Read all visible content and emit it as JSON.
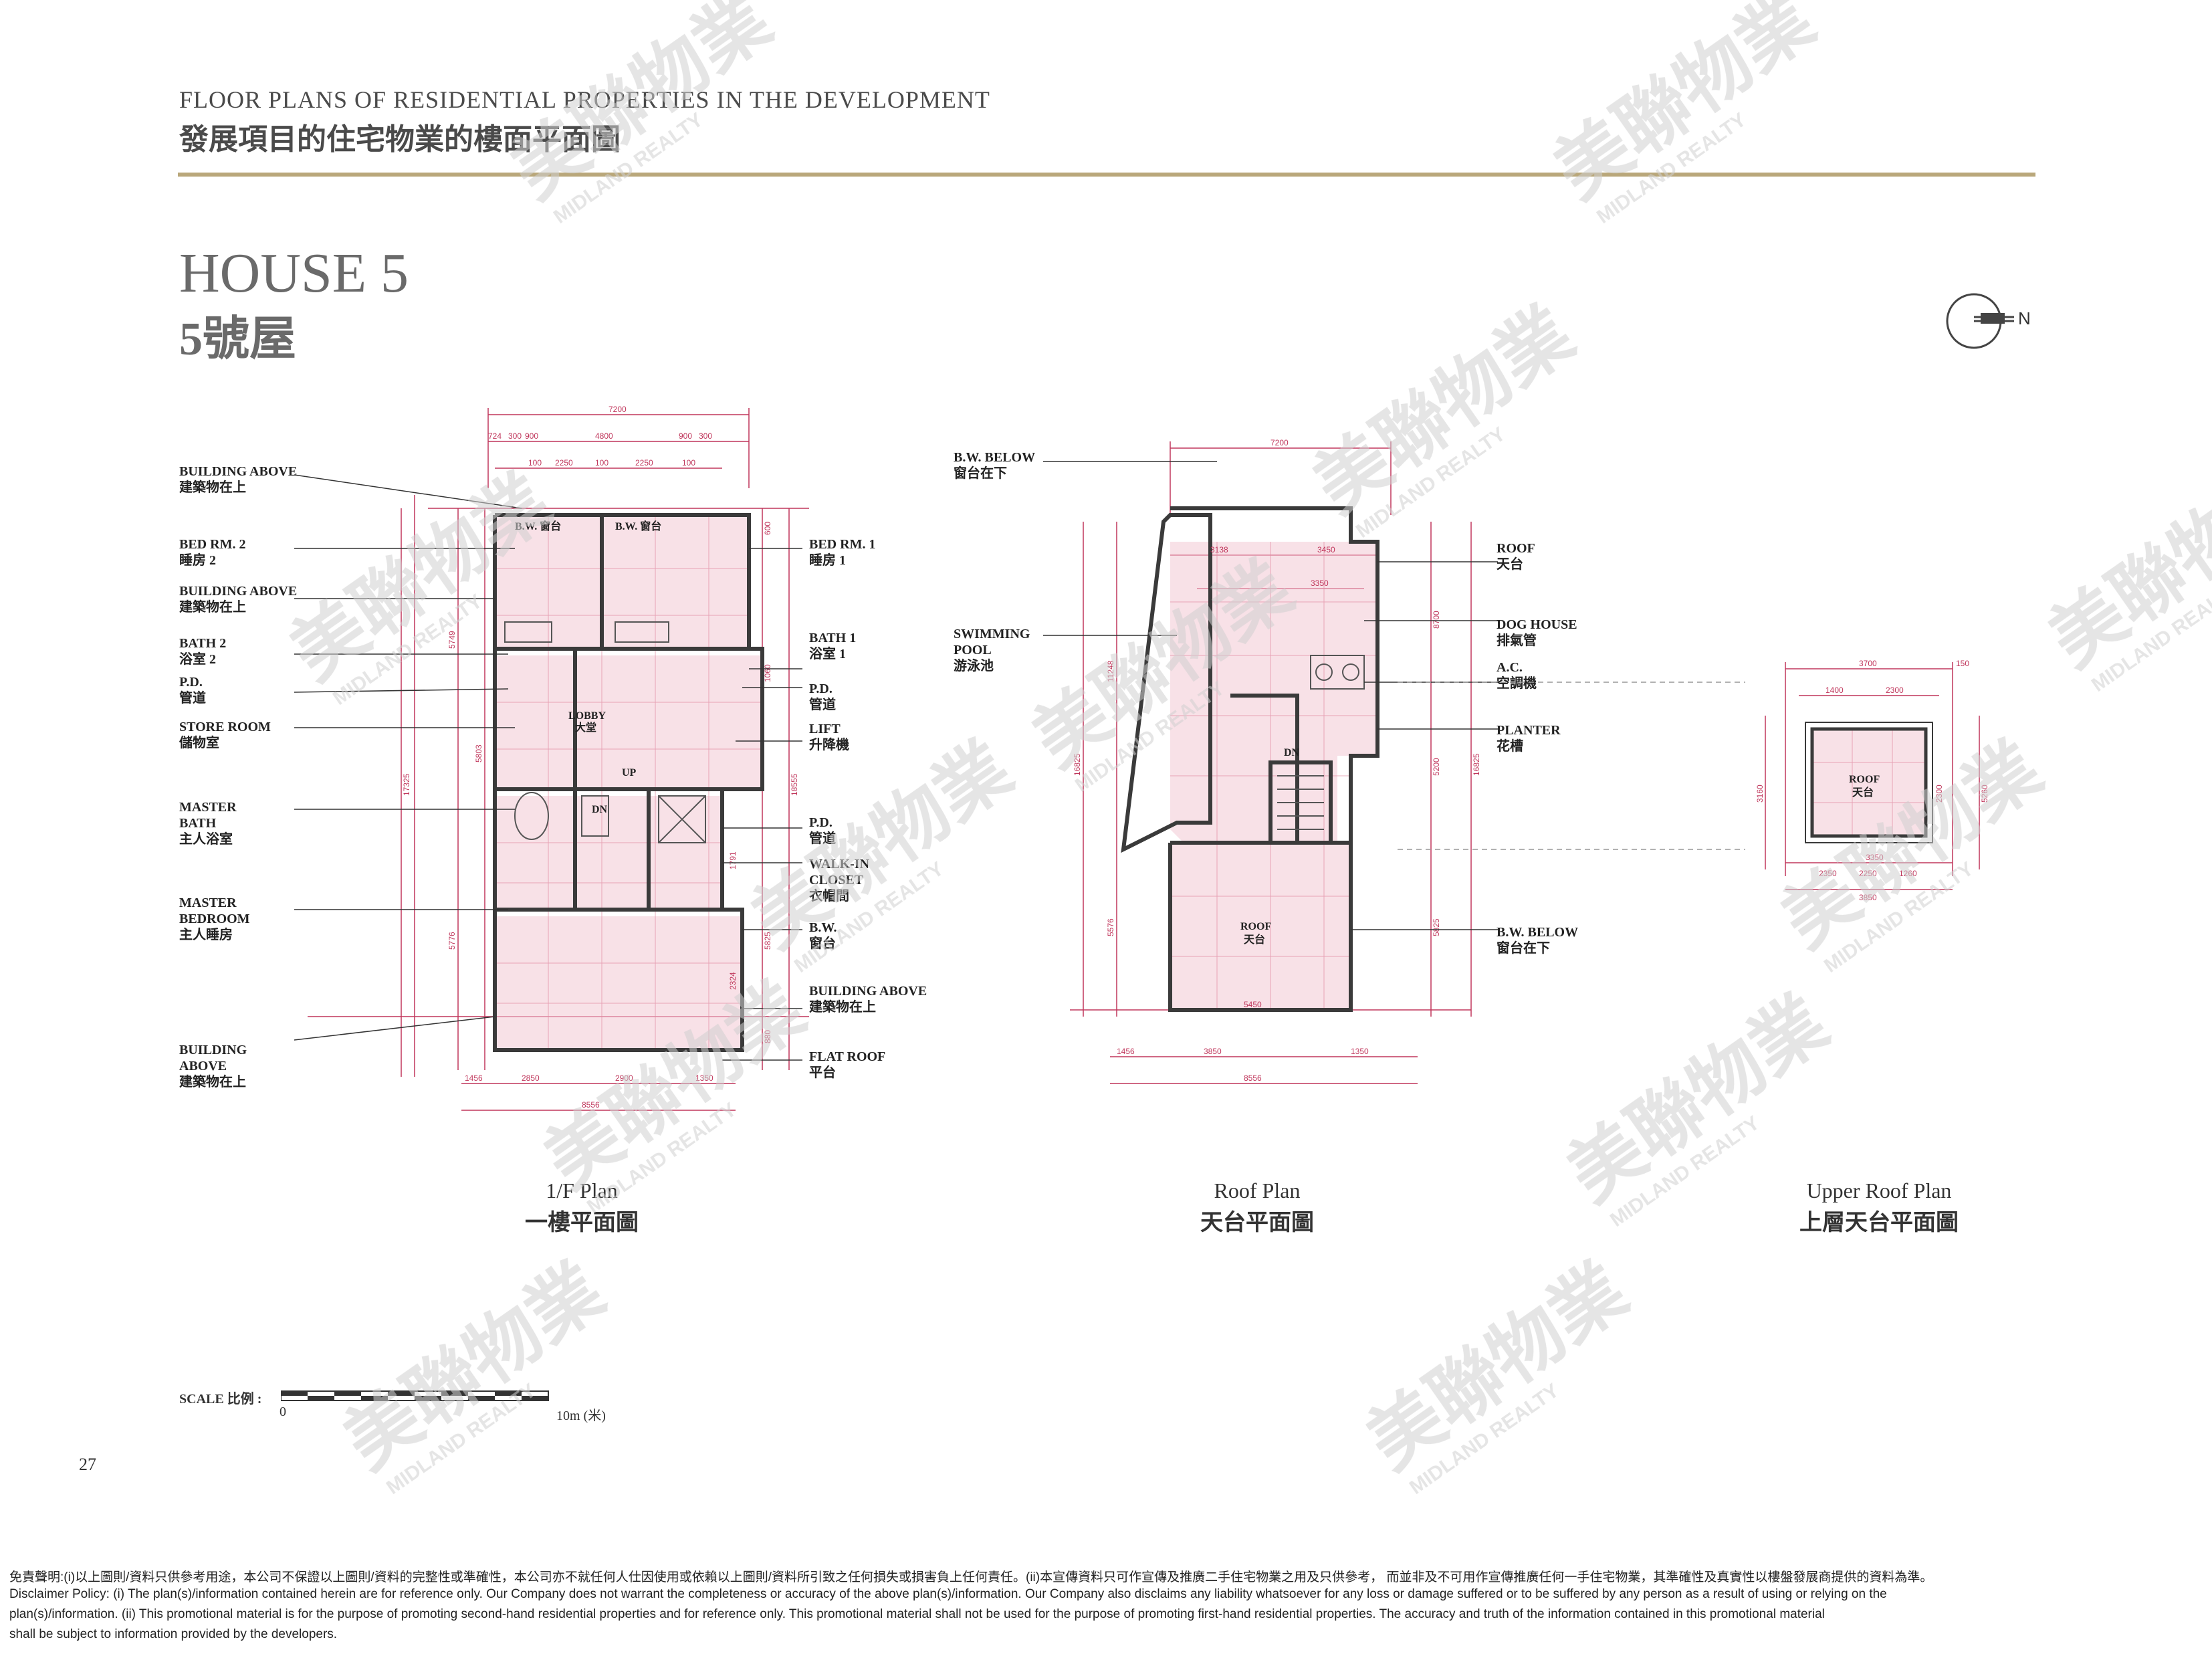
{
  "header": {
    "title_en": "FLOOR PLANS OF RESIDENTIAL PROPERTIES IN THE DEVELOPMENT",
    "title_zh": "發展項目的住宅物業的樓面平面圖"
  },
  "house": {
    "title_en": "HOUSE 5",
    "title_zh": "5號屋"
  },
  "north_label": "N",
  "plan_1f": {
    "caption_en": "1/F Plan",
    "caption_zh": "一樓平面圖",
    "labels_left": [
      {
        "en": "BUILDING ABOVE",
        "zh": "建築物在上"
      },
      {
        "en": "BED RM. 2",
        "zh": "睡房 2"
      },
      {
        "en": "BUILDING ABOVE",
        "zh": "建築物在上"
      },
      {
        "en": "BATH 2",
        "zh": "浴室 2"
      },
      {
        "en": "P.D.",
        "zh": "管道"
      },
      {
        "en": "STORE ROOM",
        "zh": "儲物室"
      },
      {
        "en": "MASTER\nBATH",
        "zh": "主人浴室"
      },
      {
        "en": "MASTER\nBEDROOM",
        "zh": "主人睡房"
      },
      {
        "en": "BUILDING\nABOVE",
        "zh": "建築物在上"
      }
    ],
    "labels_right": [
      {
        "en": "BED RM. 1",
        "zh": "睡房 1"
      },
      {
        "en": "BATH 1",
        "zh": "浴室 1"
      },
      {
        "en": "P.D.",
        "zh": "管道"
      },
      {
        "en": "LIFT",
        "zh": "升降機"
      },
      {
        "en": "P.D.",
        "zh": "管道"
      },
      {
        "en": "WALK-IN\nCLOSET",
        "zh": "衣帽間"
      },
      {
        "en": "B.W.",
        "zh": "窗台"
      },
      {
        "en": "BUILDING ABOVE",
        "zh": "建築物在上"
      },
      {
        "en": "FLAT ROOF",
        "zh": "平台"
      }
    ],
    "room_tags": [
      "B.W. 窗台",
      "B.W. 窗台",
      "LOBBY",
      "大堂",
      "DN",
      "UP"
    ],
    "dims_top": [
      "7200",
      "724",
      "300",
      "900",
      "4800",
      "900",
      "300",
      "100",
      "2250",
      "100",
      "2250",
      "100"
    ],
    "dims_bottom": [
      "1456",
      "2850",
      "2900",
      "1350",
      "8556"
    ],
    "dims_left": [
      "17325",
      "5749",
      "5803",
      "5776"
    ],
    "dims_right": [
      "18555",
      "5825",
      "600",
      "1060",
      "1791",
      "2324",
      "880"
    ]
  },
  "plan_roof": {
    "caption_en": "Roof Plan",
    "caption_zh": "天台平面圖",
    "labels_left": [
      {
        "en": "B.W. BELOW",
        "zh": "窗台在下"
      },
      {
        "en": "SWIMMING\nPOOL",
        "zh": "游泳池"
      }
    ],
    "labels_right": [
      {
        "en": "ROOF",
        "zh": "天台"
      },
      {
        "en": "DOG HOUSE",
        "zh": "排氣管"
      },
      {
        "en": "A.C.",
        "zh": "空調機"
      },
      {
        "en": "PLANTER",
        "zh": "花槽"
      },
      {
        "en": "B.W. BELOW",
        "zh": "窗台在下"
      }
    ],
    "room_tags": [
      "ROOF",
      "天台",
      "DN"
    ],
    "dims_top": [
      "7200",
      "3138",
      "3450",
      "3350"
    ],
    "dims_bottom": [
      "1456",
      "3850",
      "5450",
      "1350",
      "8556"
    ],
    "dims_left": [
      "16825",
      "11248",
      "5576"
    ],
    "dims_right": [
      "16825",
      "8700",
      "5200",
      "5825"
    ]
  },
  "plan_upper": {
    "caption_en": "Upper Roof Plan",
    "caption_zh": "上層天台平面圖",
    "room_tags": [
      "ROOF",
      "天台"
    ],
    "dims_top": [
      "3700",
      "150",
      "1400",
      "2300"
    ],
    "dims_bottom": [
      "3350",
      "2350",
      "2250",
      "1260",
      "3850"
    ],
    "dims_side": [
      "3160",
      "5260",
      "2300"
    ]
  },
  "scale": {
    "label": "SCALE 比例 :",
    "zero": "0",
    "max": "10m (米)"
  },
  "page_number": "27",
  "disclaimer": {
    "line1": "免責聲明:(i)以上圖則/資料只供參考用途，本公司不保證以上圖則/資料的完整性或準確性，本公司亦不就任何人仕因使用或依賴以上圖則/資料所引致之任何損失或損害負上任何責任。(ii)本宣傳資料只可作宣傳及推廣二手住宅物業之用及只供參考， 而並非及不可用作宣傳推廣任何一手住宅物業，其準確性及真實性以樓盤發展商提供的資料為準。",
    "line2": "Disclaimer Policy: (i) The plan(s)/information contained herein are for reference only. Our Company does not warrant the completeness or accuracy of the above plan(s)/information. Our Company also disclaims any liability whatsoever for any loss or damage suffered or to be suffered by any person as a result of using or relying on the",
    "line3": "plan(s)/information. (ii) This promotional material is for the purpose of promoting second-hand residential properties and for reference only. This promotional material shall not be used for the purpose of promoting first-hand residential properties. The accuracy and truth of the information contained in this promotional material",
    "line4": "shall be subject to information provided by the developers."
  },
  "watermark": {
    "zh": "美聯物業",
    "en": "MIDLAND REALTY"
  }
}
